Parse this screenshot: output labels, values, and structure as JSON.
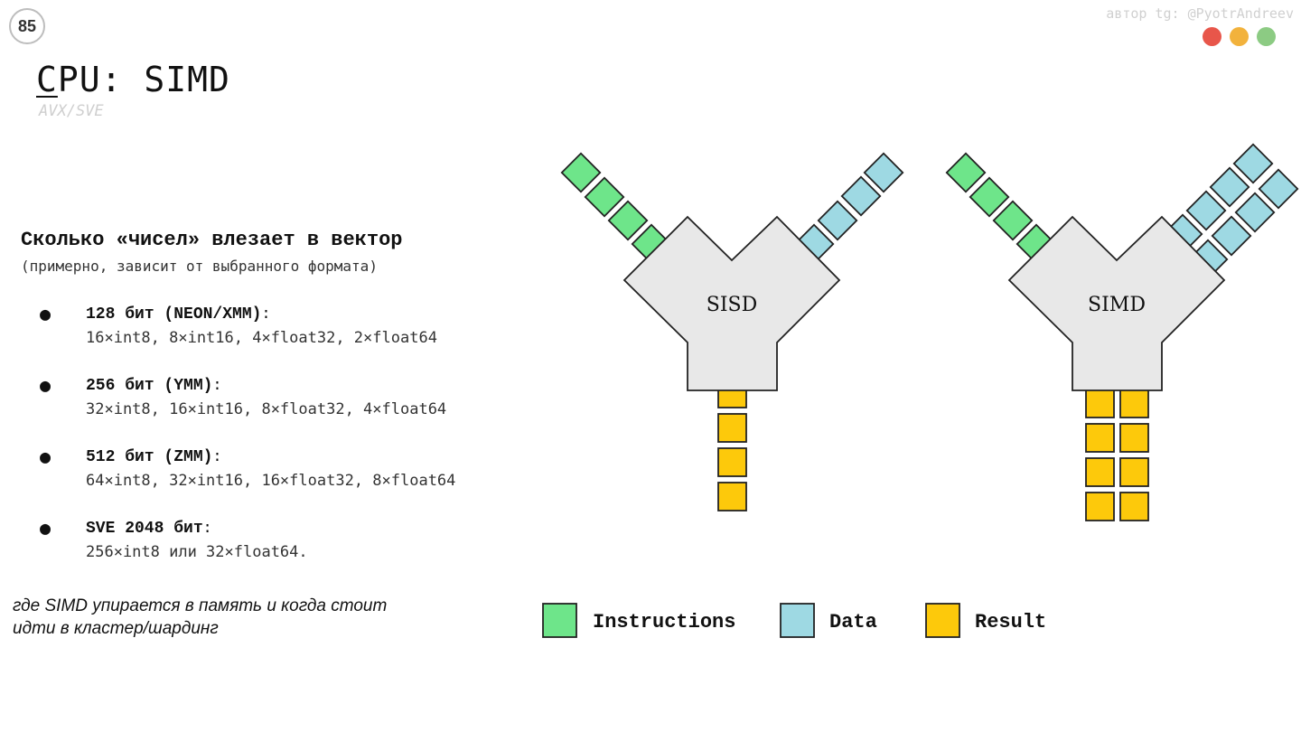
{
  "page_number": "85",
  "author": "автор tg: @PyotrAndreev",
  "window_dots": [
    {
      "name": "red-dot",
      "color": "#e8564a"
    },
    {
      "name": "yellow-dot",
      "color": "#f2b23c"
    },
    {
      "name": "green-dot",
      "color": "#8ccb83"
    }
  ],
  "title_first": "C",
  "title_rest": "PU: SIMD",
  "subtitle": "AVX/SVE",
  "question": {
    "heading": "Сколько «чисел» влезает в вектор",
    "note": "(примерно, зависит от выбранного формата)"
  },
  "bullets": [
    {
      "head": "128 бит (NEON/XMM)",
      "suffix": ":",
      "line": "16×int8, 8×int16, 4×float32, 2×float64"
    },
    {
      "head": "256 бит (YMM)",
      "suffix": ":",
      "line": "32×int8, 16×int16, 8×float32, 4×float64"
    },
    {
      "head": "512 бит (ZMM)",
      "suffix": ":",
      "line": "64×int8, 32×int16, 16×float32, 8×float64"
    },
    {
      "head": "SVE 2048 бит",
      "suffix": ":",
      "line": "256×int8 или 32×float64."
    }
  ],
  "footnote": "где SIMD упирается в память и когда стоит идти в кластер/шардинг",
  "diagram": {
    "sisd_label": "SISD",
    "simd_label": "SIMD",
    "colors": {
      "instructions": "#6ee58a",
      "data": "#9ed9e3",
      "result": "#fdc90b",
      "unit": "#e8e8e8",
      "stroke": "#222222"
    },
    "legend": [
      {
        "key": "instructions",
        "label": "Instructions"
      },
      {
        "key": "data",
        "label": "Data"
      },
      {
        "key": "result",
        "label": "Result"
      }
    ]
  }
}
